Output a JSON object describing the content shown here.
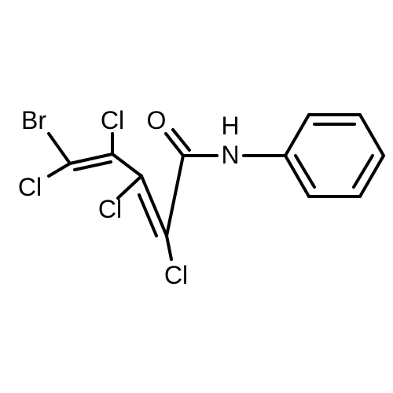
{
  "molecule": {
    "atoms": {
      "br": "Br",
      "cl_top": "Cl",
      "cl_left": "Cl",
      "cl_mid": "Cl",
      "cl_bottom": "Cl",
      "o": "O",
      "nh_h": "H",
      "nh_n": "N"
    }
  }
}
